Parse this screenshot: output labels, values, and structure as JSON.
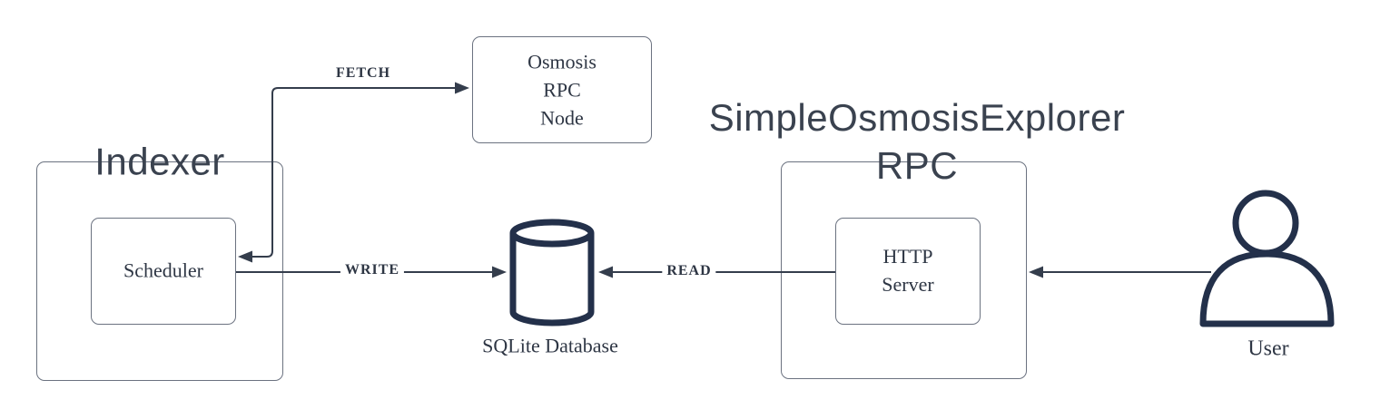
{
  "colors": {
    "background": "#ffffff",
    "box_border": "#6b7280",
    "edge": "#343d4c",
    "icon": "#23304a",
    "title_text": "#3a424f",
    "label_text": "#2e3644"
  },
  "nodes": {
    "indexer": {
      "title": "Indexer"
    },
    "scheduler": {
      "label": "Scheduler"
    },
    "osmosis_rpc_node": {
      "label": "Osmosis\nRPC\nNode"
    },
    "explorer": {
      "title": "SimpleOsmosisExplorer\nRPC"
    },
    "http_server": {
      "label": "HTTP\nServer"
    },
    "sqlite_database": {
      "label": "SQLite Database",
      "icon": "database-cylinder-icon"
    },
    "user": {
      "label": "User",
      "icon": "person-icon"
    }
  },
  "edges": {
    "fetch": {
      "label": "FETCH",
      "from": "scheduler",
      "to": "osmosis_rpc_node"
    },
    "write": {
      "label": "WRITE",
      "from": "scheduler",
      "to": "sqlite_database"
    },
    "read": {
      "label": "READ",
      "from": "http_server",
      "to": "sqlite_database"
    },
    "user_request": {
      "label": "",
      "from": "user",
      "to": "explorer"
    }
  }
}
